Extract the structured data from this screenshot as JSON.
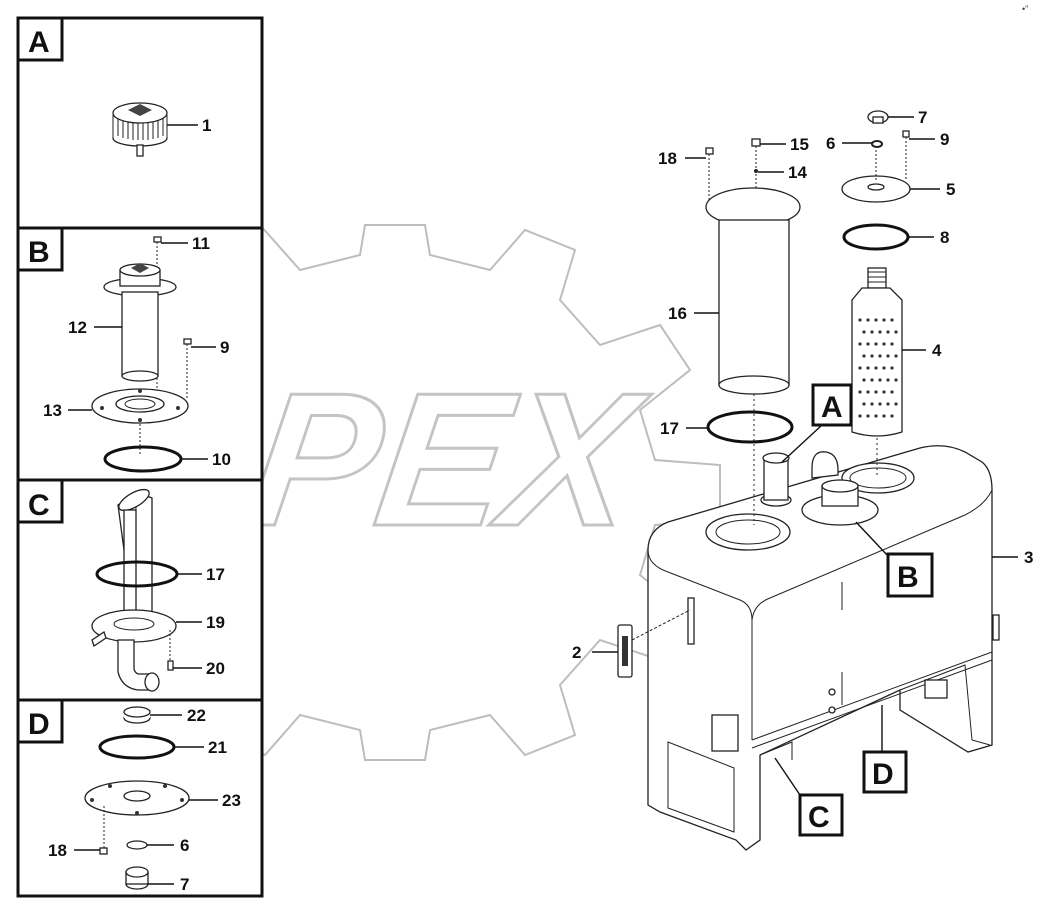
{
  "watermark": "OPEX",
  "corner_mark": "•\"",
  "panels": [
    {
      "tag": "A"
    },
    {
      "tag": "B"
    },
    {
      "tag": "C"
    },
    {
      "tag": "D"
    }
  ],
  "callouts_main": {
    "A": "A",
    "B": "B",
    "C": "C",
    "D": "D"
  },
  "part_numbers": {
    "p1": "1",
    "p2": "2",
    "p3": "3",
    "p4": "4",
    "p5": "5",
    "p6": "6",
    "p7": "7",
    "p8": "8",
    "p9": "9",
    "p10": "10",
    "p11": "11",
    "p12": "12",
    "p13": "13",
    "p14": "14",
    "p15": "15",
    "p16": "16",
    "p17": "17",
    "p18": "18",
    "p19": "19",
    "p20": "20",
    "p21": "21",
    "p22": "22",
    "p23": "23"
  }
}
